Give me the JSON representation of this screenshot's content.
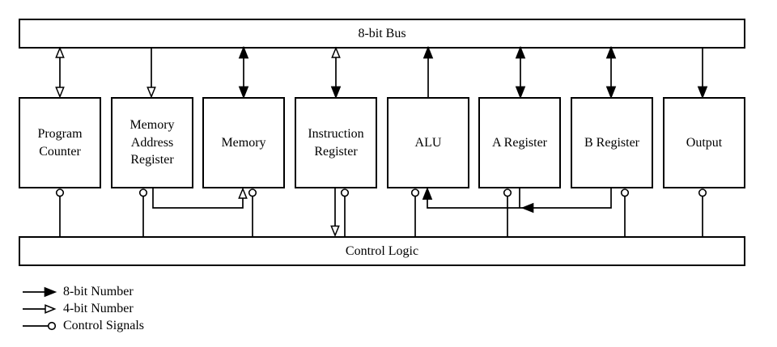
{
  "bus": {
    "label": "8-bit Bus"
  },
  "control_logic": {
    "label": "Control Logic"
  },
  "components": [
    {
      "id": "program-counter",
      "label": "Program Counter"
    },
    {
      "id": "memory-address-register",
      "label": "Memory Address Register"
    },
    {
      "id": "memory",
      "label": "Memory"
    },
    {
      "id": "instruction-register",
      "label": "Instruction Register"
    },
    {
      "id": "alu",
      "label": "ALU"
    },
    {
      "id": "a-register",
      "label": "A Register"
    },
    {
      "id": "b-register",
      "label": "B Register"
    },
    {
      "id": "output",
      "label": "Output"
    }
  ],
  "legend": {
    "items": [
      {
        "marker": "filled-arrow",
        "label": "8-bit Number"
      },
      {
        "marker": "open-arrow",
        "label": "4-bit Number"
      },
      {
        "marker": "circle",
        "label": "Control Signals"
      }
    ]
  },
  "connections": [
    {
      "from": "bus",
      "to": "program-counter",
      "direction": "both",
      "type": "4-bit"
    },
    {
      "from": "bus",
      "to": "memory-address-register",
      "direction": "down",
      "type": "4-bit"
    },
    {
      "from": "bus",
      "to": "memory",
      "direction": "both",
      "type": "8-bit"
    },
    {
      "from": "bus",
      "to": "instruction-register",
      "direction": "down-8bit-up-4bit",
      "type": "mixed"
    },
    {
      "from": "alu",
      "to": "bus",
      "direction": "up",
      "type": "8-bit"
    },
    {
      "from": "bus",
      "to": "a-register",
      "direction": "both",
      "type": "8-bit"
    },
    {
      "from": "bus",
      "to": "b-register",
      "direction": "both",
      "type": "8-bit"
    },
    {
      "from": "bus",
      "to": "output",
      "direction": "down",
      "type": "8-bit"
    },
    {
      "from": "memory-address-register",
      "to": "memory",
      "type": "4-bit"
    },
    {
      "from": "instruction-register",
      "to": "control-logic",
      "type": "4-bit"
    },
    {
      "from": "a-register",
      "to": "alu",
      "type": "8-bit"
    },
    {
      "from": "b-register",
      "to": "alu",
      "type": "8-bit"
    },
    {
      "from": "control-logic",
      "to": "program-counter",
      "type": "control"
    },
    {
      "from": "control-logic",
      "to": "memory-address-register",
      "type": "control"
    },
    {
      "from": "control-logic",
      "to": "memory",
      "type": "control"
    },
    {
      "from": "control-logic",
      "to": "instruction-register",
      "type": "control"
    },
    {
      "from": "control-logic",
      "to": "alu",
      "type": "control"
    },
    {
      "from": "control-logic",
      "to": "a-register",
      "type": "control"
    },
    {
      "from": "control-logic",
      "to": "b-register",
      "type": "control"
    },
    {
      "from": "control-logic",
      "to": "output",
      "type": "control"
    }
  ],
  "colors": {
    "line": "#000000",
    "background": "#ffffff",
    "text": "#000000"
  }
}
